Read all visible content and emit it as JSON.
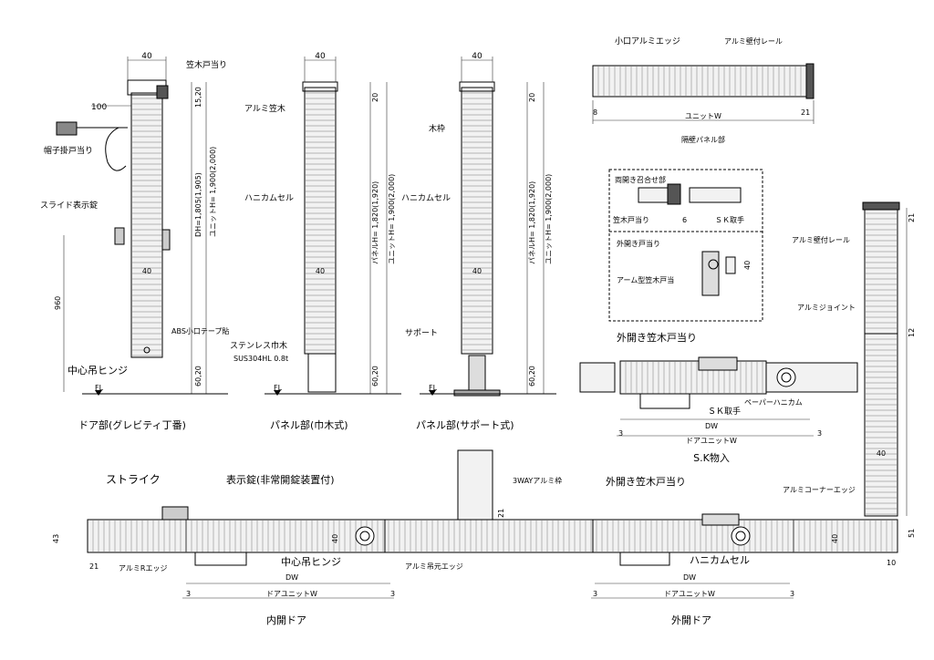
{
  "sections": {
    "door": "ドア部(グレビティ丁番)",
    "panel_haba": "パネル部(巾木式)",
    "panel_support": "パネル部(サポート式)",
    "partition": "隔壁パネル部",
    "sk": "S.K物入",
    "inward": "内開ドア",
    "outward": "外開ドア"
  },
  "labels": {
    "kasagi_todomari": "笠木戸当り",
    "boushi": "帽子掛戸当り",
    "slide_lock": "スライド表示錠",
    "abs_tape": "ABS小口テープ貼",
    "center_hinge": "中心吊ヒンジ",
    "alumi_kasagi": "アルミ笠木",
    "honeycomb": "ハニカムセル",
    "stainless": "ステンレス巾木",
    "sus": "SUS304HL 0.8t",
    "wood_frame": "木枠",
    "support": "サポート",
    "koguchi_edge": "小口アルミエッジ",
    "wall_rail": "アルミ壁付レール",
    "unit_w": "ユニットW",
    "double_joint": "両開き召合せ部",
    "kasagi_todomari2": "笠木戸当り",
    "sk_handle": "ＳＫ取手",
    "out_todomari": "外開き戸当り",
    "arm_kasagi": "アーム型笠木戸当",
    "out_kasagi": "外開き笠木戸当り",
    "paper_honeycomb": "ペーパーハニカム",
    "dw": "DW",
    "door_unit_w": "ドアユニットW",
    "alumi_wall_rail": "アルミ壁付レール",
    "alumi_joint": "アルミジョイント",
    "corner_edge": "アルミコーナーエッジ",
    "strike": "ストライク",
    "indicator_lock": "表示錠(非常開錠装置付)",
    "three_way": "3WAYアルミ枠",
    "alumi_r_edge": "アルミRエッジ",
    "alumi_hinge_edge": "アルミ吊元エッジ",
    "fl": "FL"
  },
  "dims": {
    "d40": "40",
    "d100": "100",
    "d960": "960",
    "d20": "20",
    "d1520": "15,20",
    "d6020": "60,20",
    "dh": "DH=1,805(1,905)",
    "unit_h": "ユニットH= 1,900(2,000)",
    "panel_h": "パネルH= 1,820(1,920)",
    "d8": "8",
    "d21": "21",
    "d3": "3",
    "d6": "6",
    "d12": "12",
    "d51": "51",
    "d10": "10",
    "d43": "43"
  },
  "colors": {
    "line": "#000000",
    "fill": "#f2f2f2",
    "hatch": "#777777"
  }
}
